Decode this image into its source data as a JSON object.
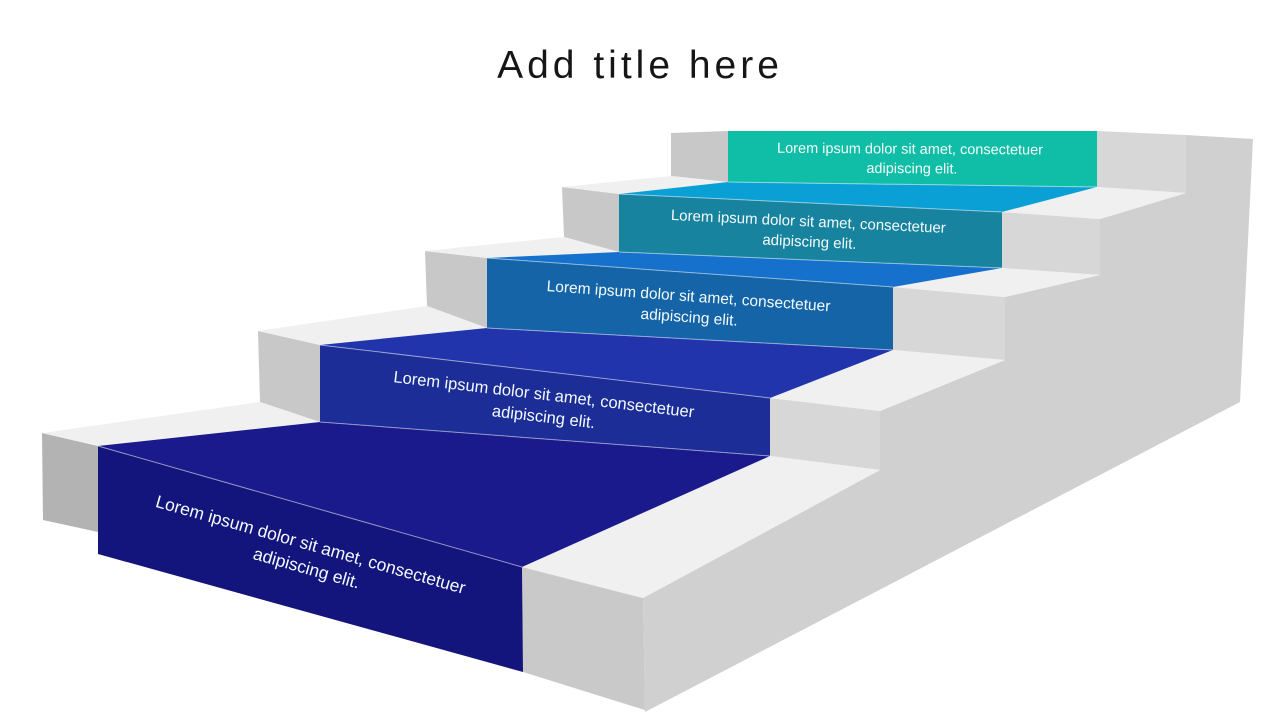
{
  "title": "Add title here",
  "steps": [
    {
      "line1": "Lorem ipsum dolor sit amet, consectetuer",
      "line2": "adipiscing elit.",
      "front_color": "#10BDA6"
    },
    {
      "line1": "Lorem ipsum dolor sit amet, consectetuer",
      "line2": "adipiscing elit.",
      "front_color": "#17839F",
      "tread_color": "#0BA0D5"
    },
    {
      "line1": "Lorem ipsum dolor sit amet, consectetuer",
      "line2": "adipiscing elit.",
      "front_color": "#1464A7",
      "tread_color": "#1571CB"
    },
    {
      "line1": "Lorem ipsum dolor sit amet, consectetuer",
      "line2": "adipiscing elit.",
      "front_color": "#1C2D98",
      "tread_color": "#2134AC"
    },
    {
      "line1": "Lorem ipsum dolor sit amet, consectetuer",
      "line2": "adipiscing elit.",
      "front_color": "#14147D",
      "tread_color": "#1A1A8C"
    }
  ],
  "colors": {
    "background": "#FFFFFF",
    "step_text": "#F4FBFA",
    "right_side_wall": "#D0D0D0",
    "right_front_gray": "#D7D7D7",
    "bottom_front_gray": "#C9C9C9",
    "tread_light_gray": "#F0F0F0",
    "left_piece_gray": "#C8C8C8",
    "left_side_dark_gray": "#B3B3B3",
    "edge_highlight": "#FFFFFF",
    "title_color": "#161616"
  }
}
